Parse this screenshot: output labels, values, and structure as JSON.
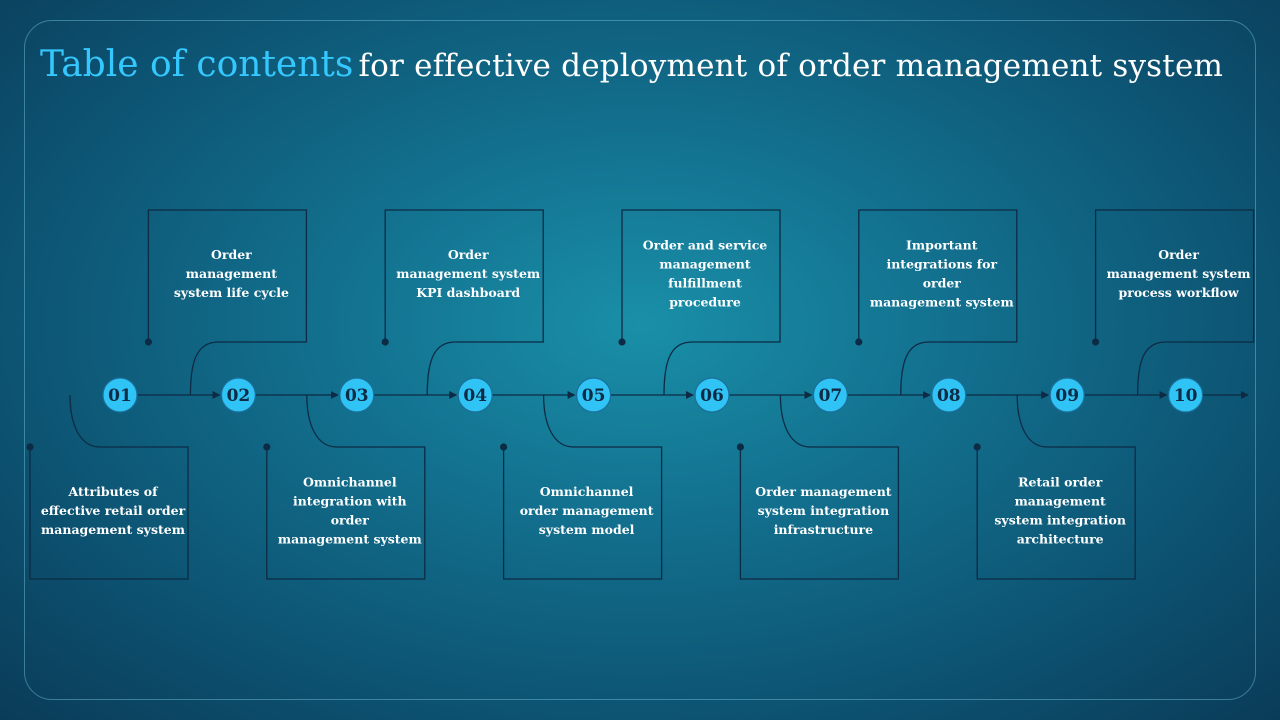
{
  "title": {
    "highlight": "Table of contents",
    "rest": "for effective deployment of order management system"
  },
  "colors": {
    "accent": "#35c8ff",
    "line": "#0d2b44",
    "node_fill": "#2fc3f6"
  },
  "steps": [
    {
      "num": "01",
      "position": "bottom",
      "label": [
        "Attributes of",
        "effective retail order",
        "management system"
      ]
    },
    {
      "num": "02",
      "position": "top",
      "label": [
        "Order",
        "management",
        "system life cycle"
      ]
    },
    {
      "num": "03",
      "position": "bottom",
      "label": [
        "Omnichannel",
        "integration with",
        "order",
        "management system"
      ]
    },
    {
      "num": "04",
      "position": "top",
      "label": [
        "Order",
        "management system",
        "KPI dashboard"
      ]
    },
    {
      "num": "05",
      "position": "bottom",
      "label": [
        "Omnichannel",
        "order management",
        "system model"
      ]
    },
    {
      "num": "06",
      "position": "top",
      "label": [
        "Order and service",
        "management",
        "fulfillment",
        "procedure"
      ]
    },
    {
      "num": "07",
      "position": "bottom",
      "label": [
        "Order management",
        "system integration",
        "infrastructure"
      ]
    },
    {
      "num": "08",
      "position": "top",
      "label": [
        "Important",
        "integrations for",
        "order",
        "management system"
      ]
    },
    {
      "num": "09",
      "position": "bottom",
      "label": [
        "Retail order",
        "management",
        "system integration",
        "architecture"
      ]
    },
    {
      "num": "10",
      "position": "top",
      "label": [
        "Order",
        "management system",
        "process workflow"
      ]
    }
  ]
}
